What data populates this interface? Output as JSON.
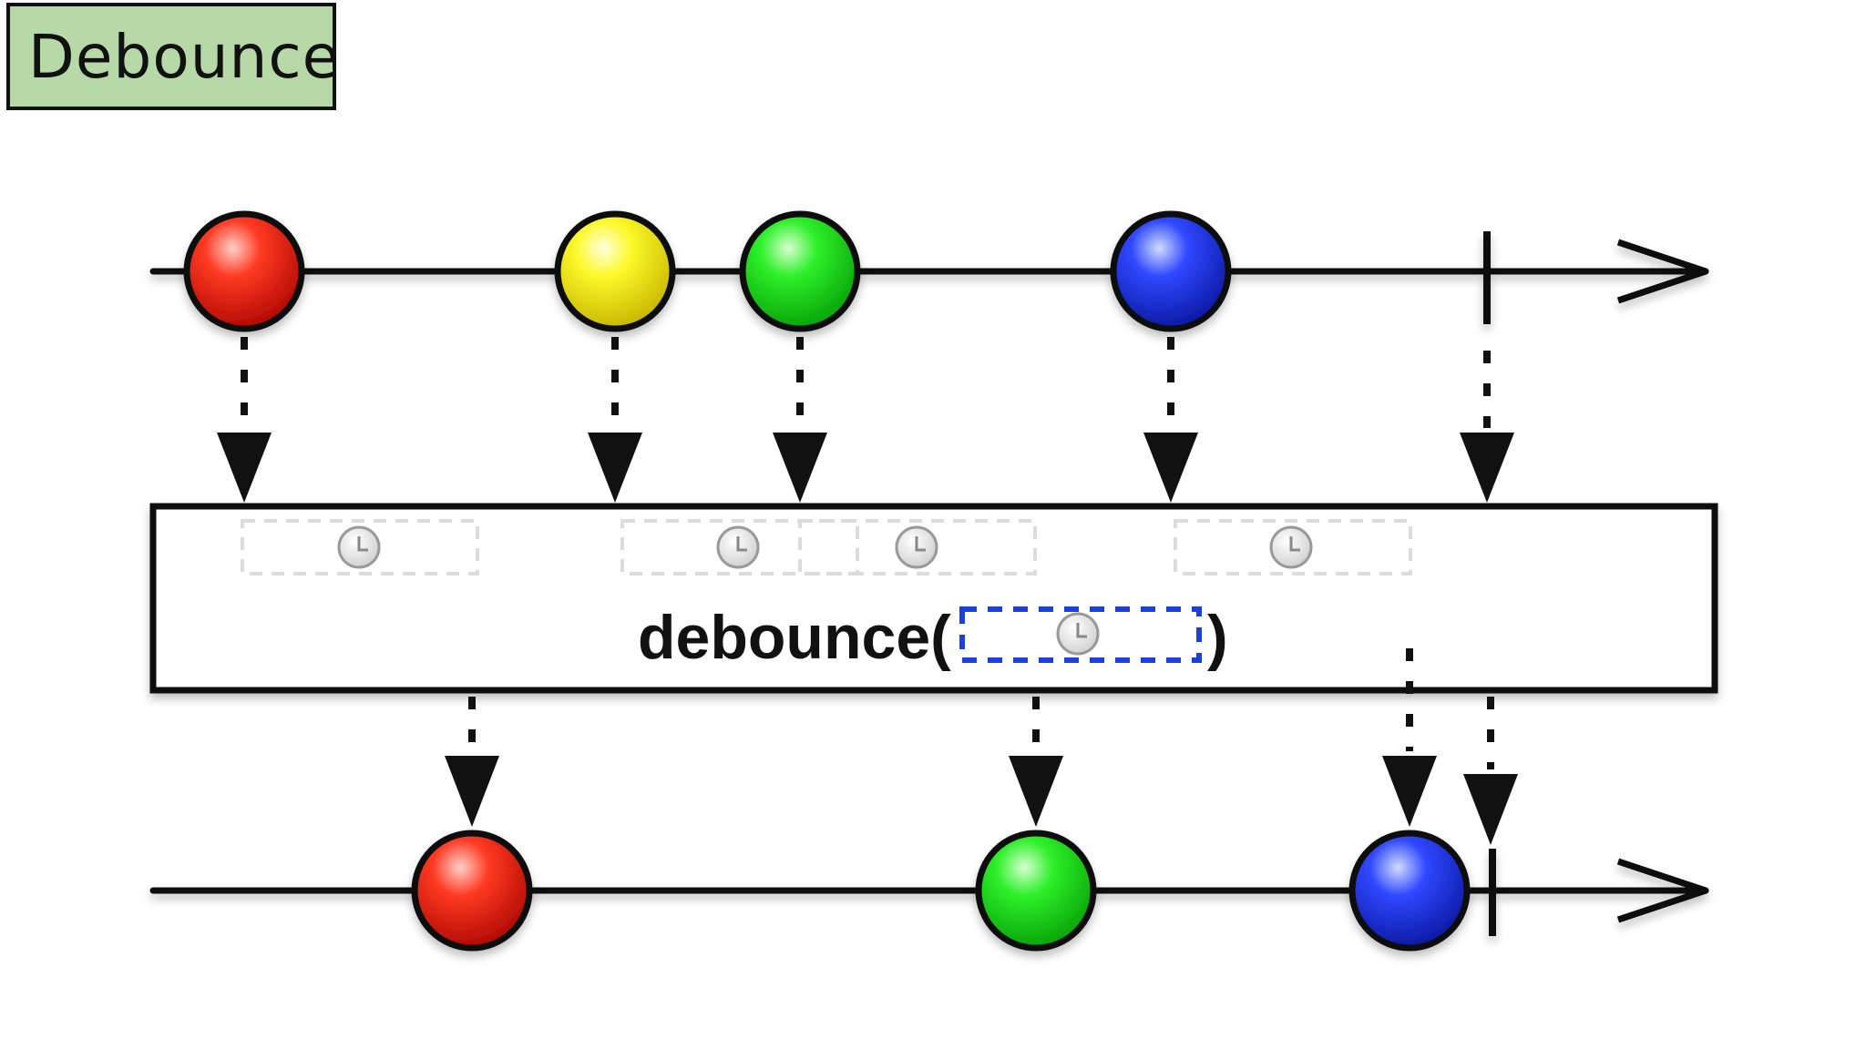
{
  "title": "Debounce",
  "operator": {
    "label": "debounce(",
    "close": ")"
  },
  "colors": {
    "title_bg": "#b7d9a8",
    "red": "#e8160c",
    "yellow": "#f2ee12",
    "green": "#12d612",
    "blue": "#1a2fe0",
    "timer_dash": "#1d3fe0"
  },
  "source_items": [
    {
      "color": "red"
    },
    {
      "color": "yellow"
    },
    {
      "color": "green"
    },
    {
      "color": "blue"
    }
  ],
  "output_items": [
    {
      "color": "red"
    },
    {
      "color": "green"
    },
    {
      "color": "blue"
    }
  ],
  "timers": [
    "clock-icon",
    "clock-icon",
    "clock-icon",
    "clock-icon"
  ]
}
